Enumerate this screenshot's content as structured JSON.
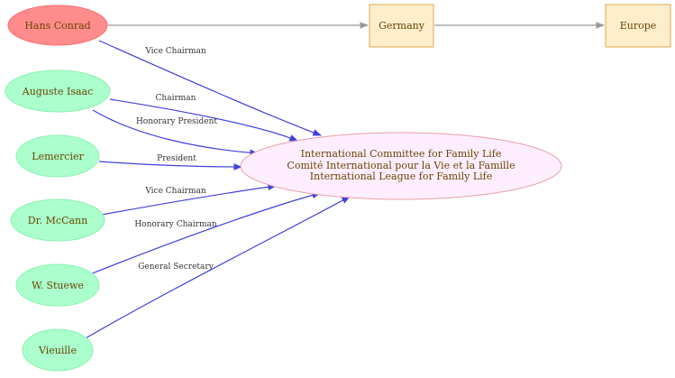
{
  "nodes": {
    "hans_conrad": {
      "label": "Hans Conrad",
      "fill": "#ff8c8c",
      "stroke": "#ff6e6e"
    },
    "auguste_isaac": {
      "label": "Auguste Isaac",
      "fill": "#aaffcc",
      "stroke": "#8ff0b5"
    },
    "lemercier": {
      "label": "Lemercier",
      "fill": "#aaffcc",
      "stroke": "#8ff0b5"
    },
    "dr_mccann": {
      "label": "Dr. McCann",
      "fill": "#aaffcc",
      "stroke": "#8ff0b5"
    },
    "w_stuewe": {
      "label": "W. Stuewe",
      "fill": "#aaffcc",
      "stroke": "#8ff0b5"
    },
    "vieuille": {
      "label": "Vieuille",
      "fill": "#aaffcc",
      "stroke": "#8ff0b5"
    },
    "germany": {
      "label": "Germany",
      "fill": "#ffeecc",
      "stroke": "#e0a84c"
    },
    "europe": {
      "label": "Europe",
      "fill": "#ffeecc",
      "stroke": "#e0a84c"
    },
    "committee": {
      "lines": [
        "International Committee for Family Life",
        "Comité International pour la Vie et la Famille",
        "International League for Family Life"
      ],
      "fill": "#ffeeff",
      "stroke": "#e8a0a8"
    }
  },
  "edges": {
    "hans_conrad_germany": {
      "label": ""
    },
    "germany_europe": {
      "label": ""
    },
    "hans_conrad_committee": {
      "label": "Vice Chairman"
    },
    "auguste_isaac_chairman": {
      "label": "Chairman"
    },
    "auguste_isaac_honorary": {
      "label": "Honorary President"
    },
    "lemercier_committee": {
      "label": "President"
    },
    "dr_mccann_committee": {
      "label": "Vice Chairman"
    },
    "w_stuewe_committee": {
      "label": "Honorary Chairman"
    },
    "vieuille_committee": {
      "label": "General Secretary"
    }
  },
  "colors": {
    "role_edge": "#4040e0",
    "location_edge": "#999999",
    "node_text": "#6b4400"
  }
}
